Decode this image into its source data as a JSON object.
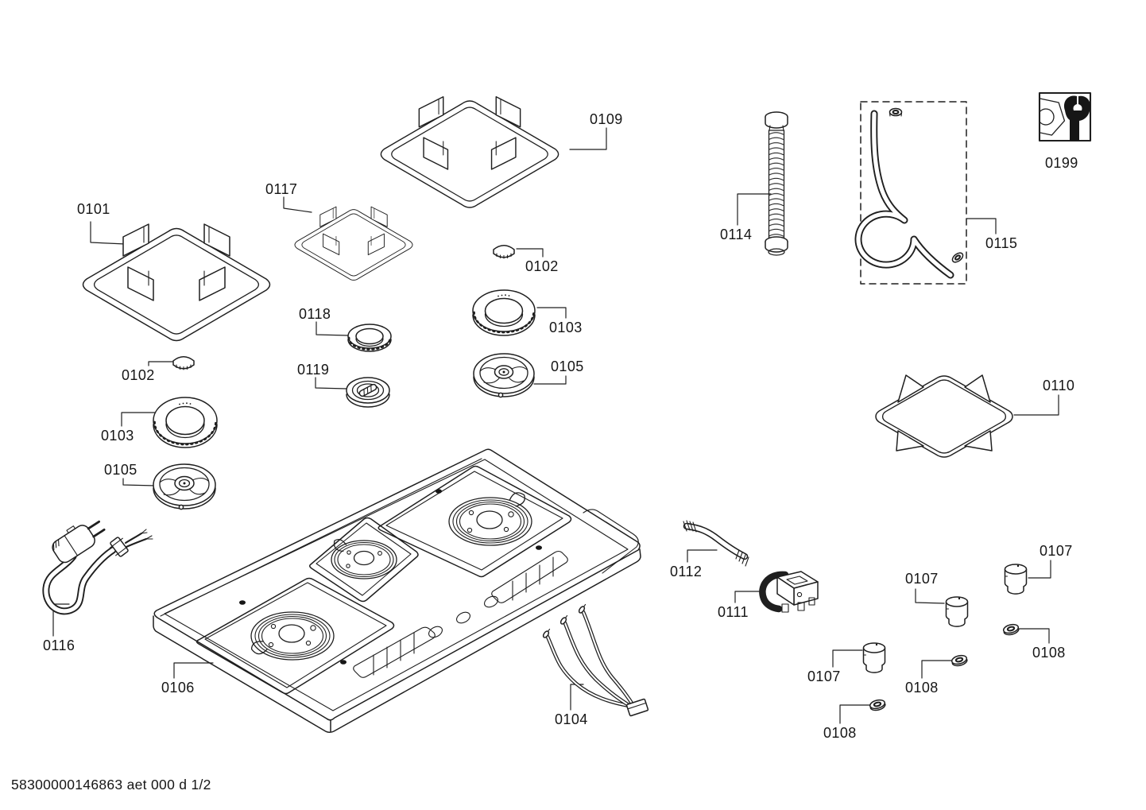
{
  "document": {
    "footer_code": "58300000146863 aet 000 d 1/2"
  },
  "colors": {
    "line": "#1f1f1f",
    "background": "#ffffff",
    "solid_black": "#161616"
  },
  "callouts": {
    "c0101": "0101",
    "c0117": "0117",
    "c0109": "0109",
    "c0102_left": "0102",
    "c0103_left": "0103",
    "c0105_left": "0105",
    "c0102_mid": "0102",
    "c0103_mid": "0103",
    "c0105_mid": "0105",
    "c0118": "0118",
    "c0119": "0119",
    "c0114": "0114",
    "c0115": "0115",
    "c0199": "0199",
    "c0110": "0110",
    "c0106": "0106",
    "c0104": "0104",
    "c0116": "0116",
    "c0112": "0112",
    "c0111": "0111",
    "c0107_right": "0107",
    "c0107_mid": "0107",
    "c0107_left": "0107",
    "c0108_right": "0108",
    "c0108_mid": "0108",
    "c0108_bottom": "0108"
  }
}
